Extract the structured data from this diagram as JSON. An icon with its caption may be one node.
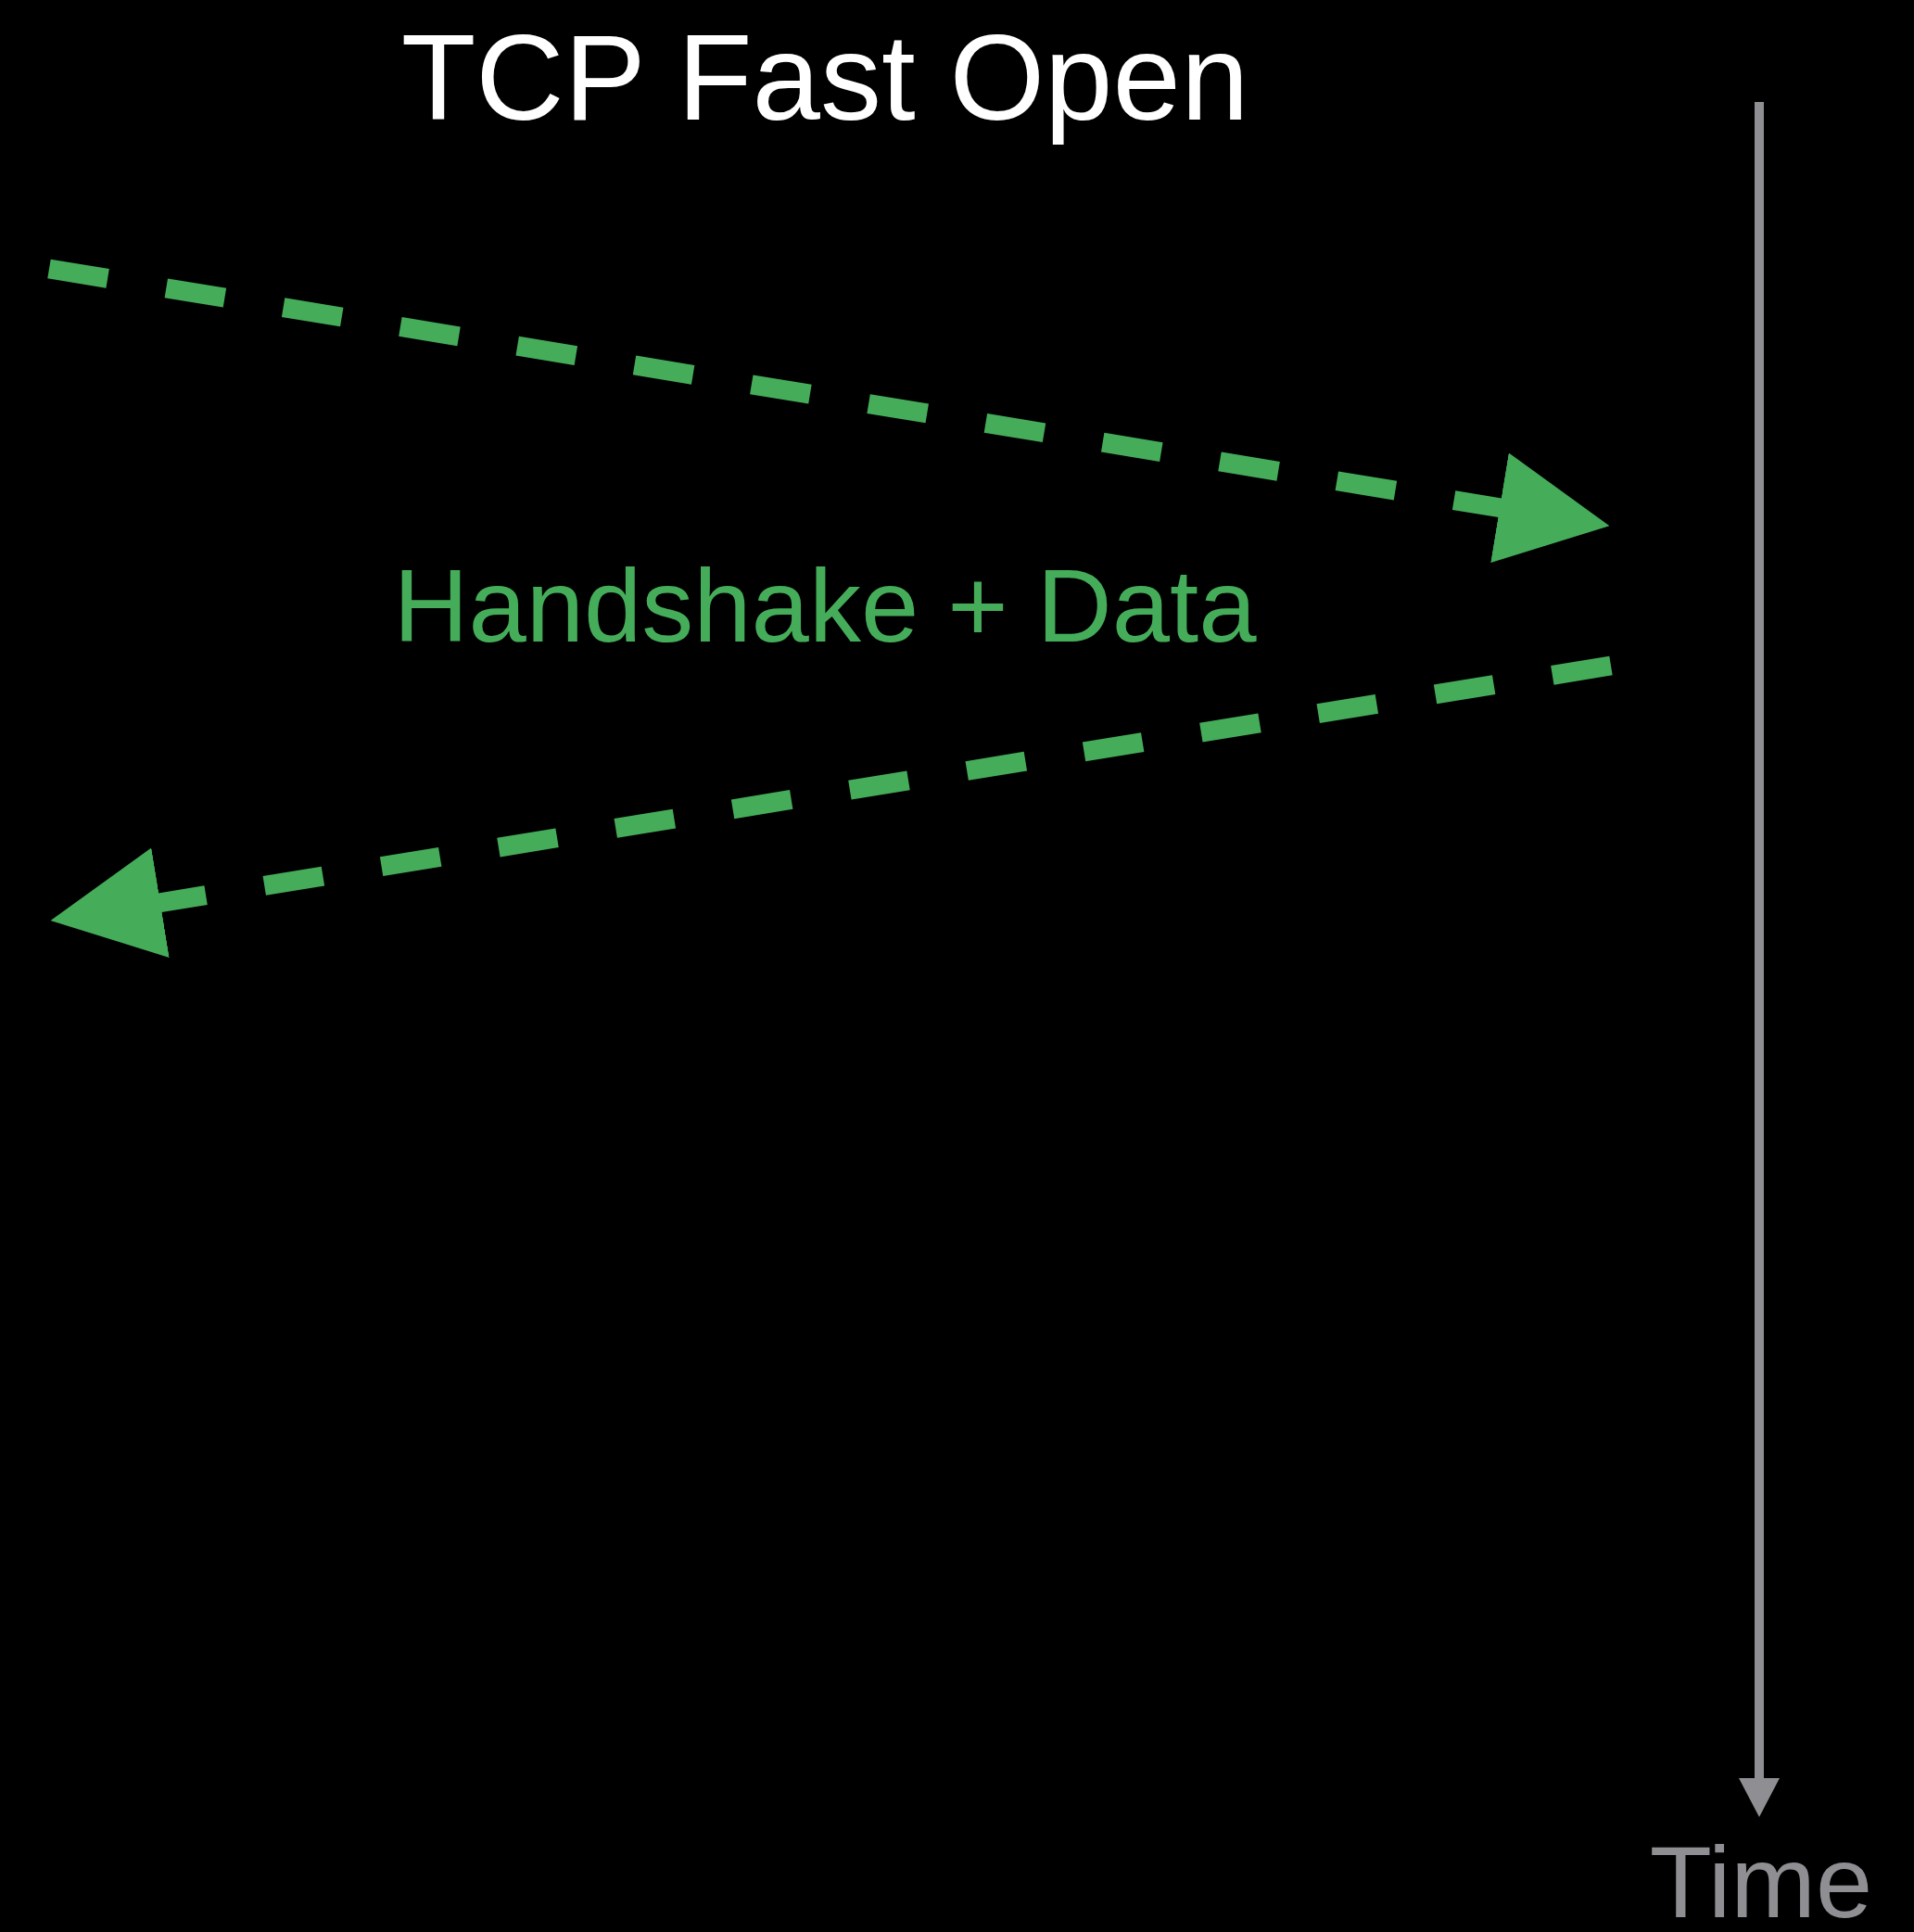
{
  "diagram": {
    "title": "TCP Fast Open",
    "labels": [
      "Handshake + Data",
      "Time"
    ]
  }
}
